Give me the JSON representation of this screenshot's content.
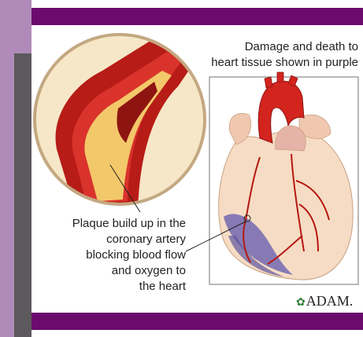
{
  "labels": {
    "damage": "Damage and death to\nheart tissue shown in purple",
    "plaque": "Plaque build up in the\ncoronary artery\nblocking blood flow\nand oxygen to\nthe heart"
  },
  "logo": {
    "text": "ADAM.",
    "icon": "leaf-icon"
  },
  "colors": {
    "frame_purple": "#6b0b6e",
    "band_light": "#b08ab8",
    "band_dark": "#5c5a5c",
    "artery_red": "#c8201c",
    "plaque_yellow": "#f2d67a",
    "damage_purple": "#7b6fb3"
  }
}
